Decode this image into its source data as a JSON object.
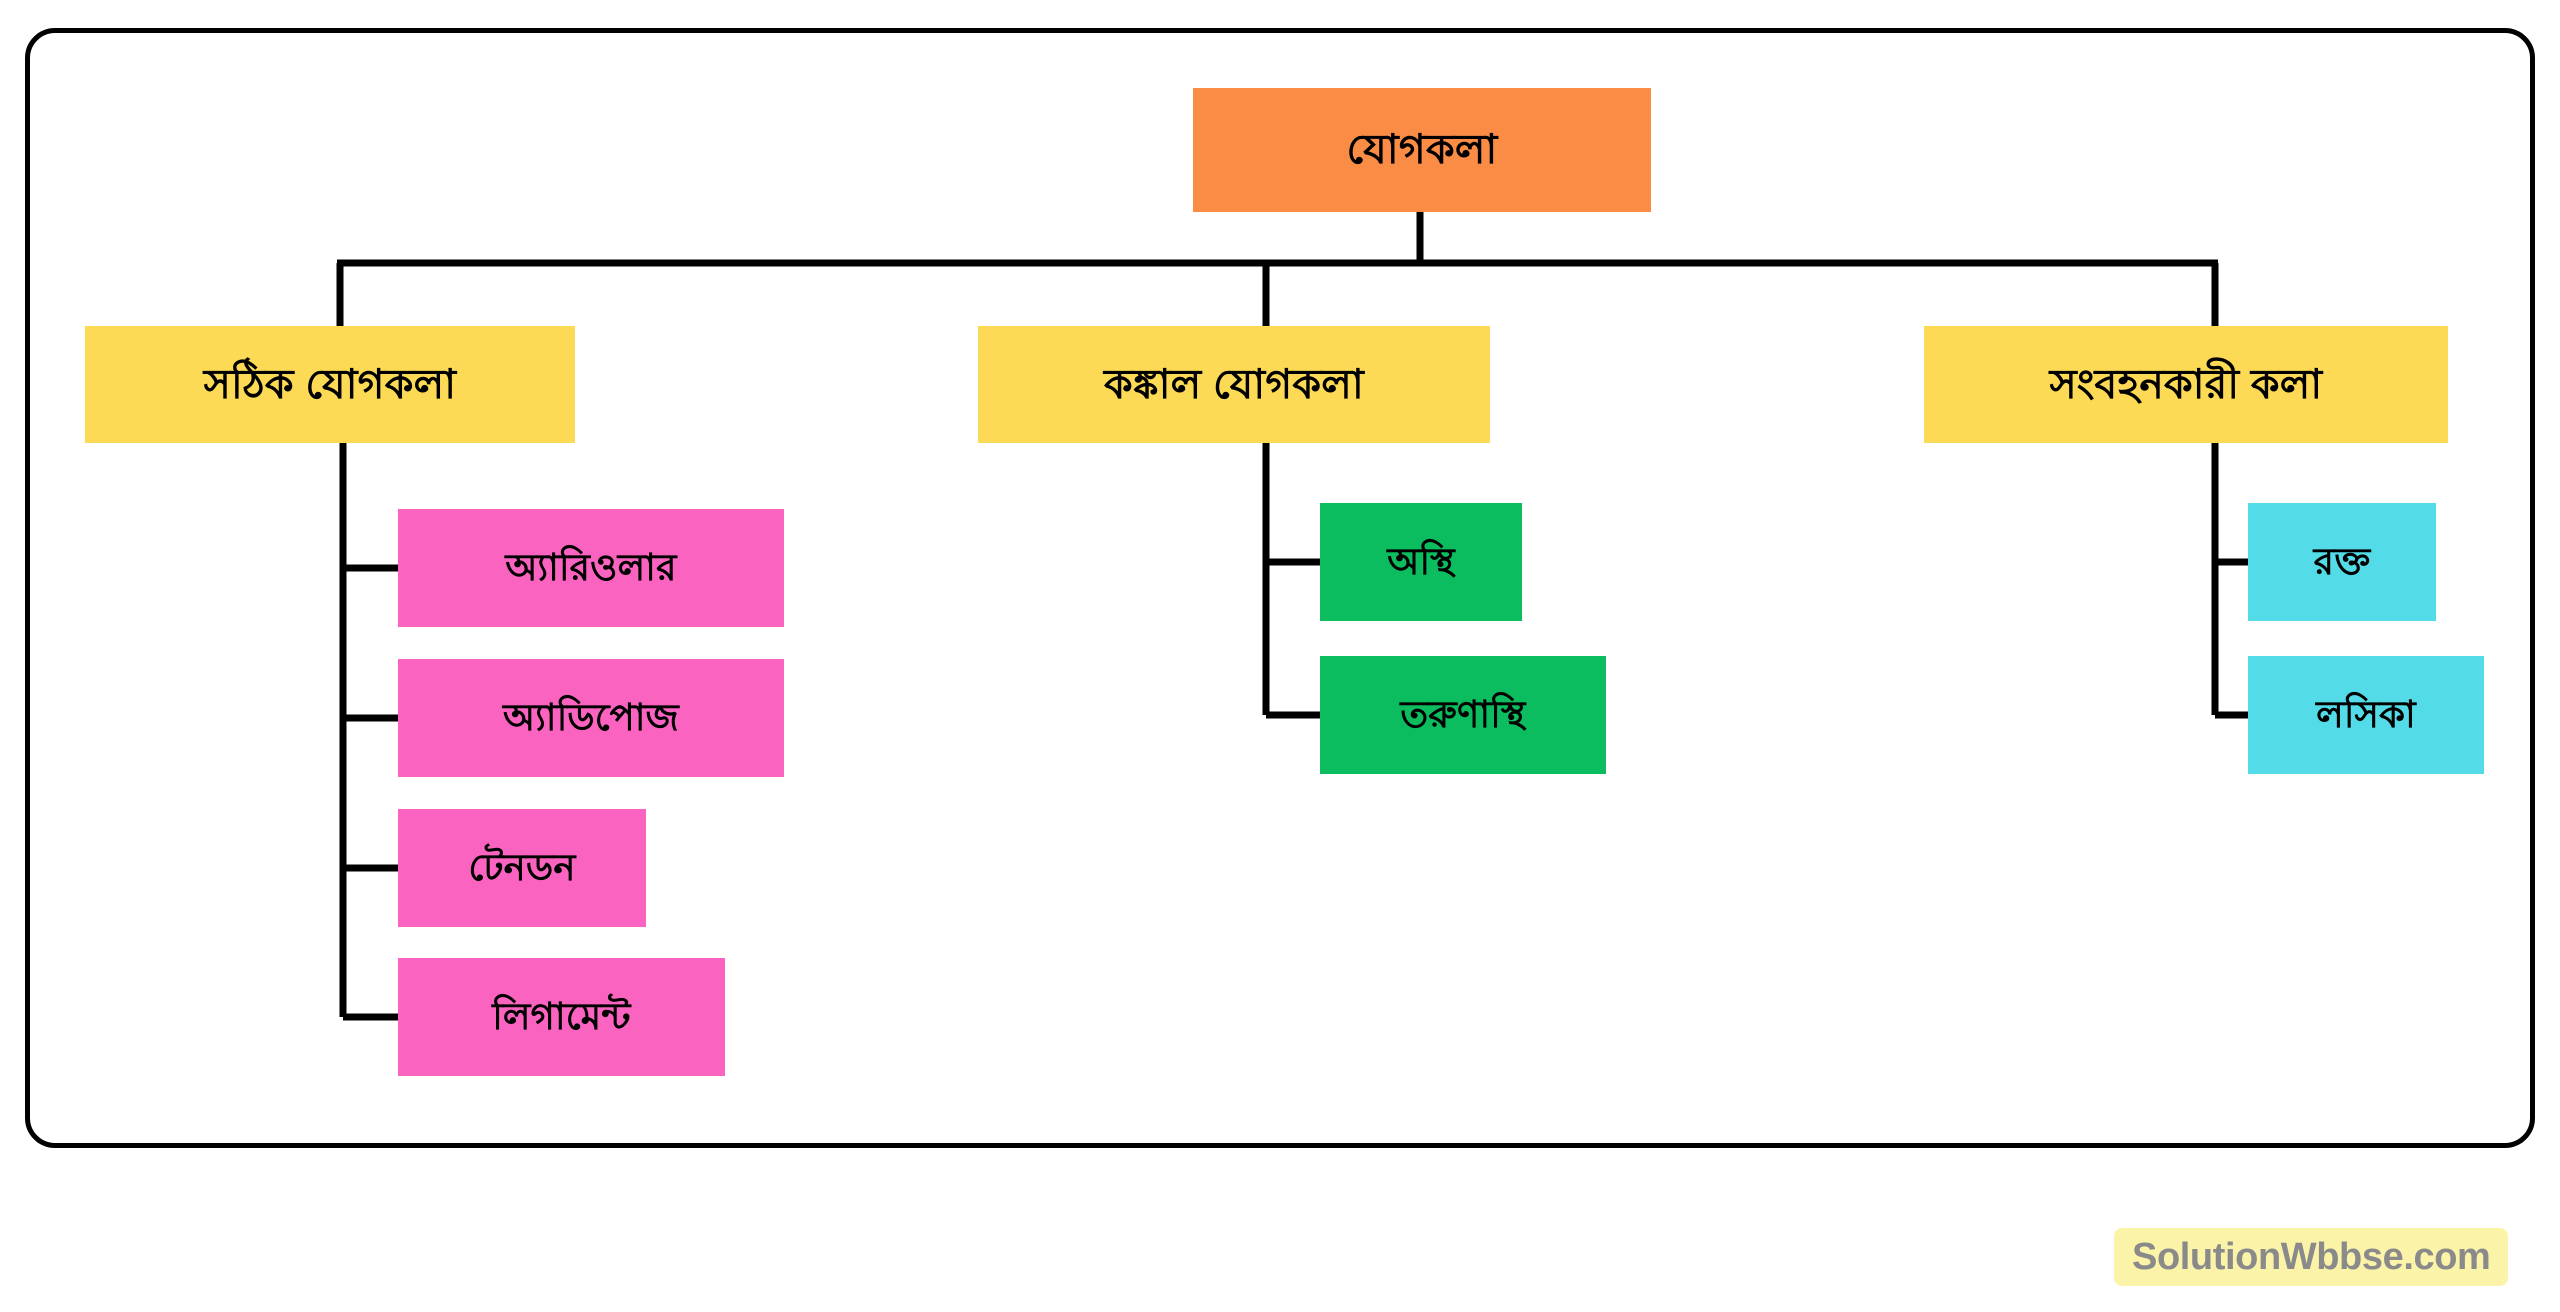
{
  "diagram": {
    "title_text": "যোগকলা",
    "colors": {
      "root": "#fb8c46",
      "branch": "#fcda55",
      "leaf_pink": "#fb63c1",
      "leaf_green": "#0bbd5f",
      "leaf_cyan": "#53dbe8",
      "connector": "#000000",
      "frame": "#000000",
      "background": "#ffffff"
    },
    "root": {
      "label": "যোগকলা"
    },
    "branches": [
      {
        "label": "সঠিক যোগকলা",
        "children": [
          {
            "label": "অ্যারিওলার"
          },
          {
            "label": "অ্যাডিপোজ"
          },
          {
            "label": "টেনডন"
          },
          {
            "label": "লিগামেন্ট"
          }
        ]
      },
      {
        "label": "কঙ্কাল যোগকলা",
        "children": [
          {
            "label": "অস্থি"
          },
          {
            "label": "তরুণাস্থি"
          }
        ]
      },
      {
        "label": "সংবহনকারী কলা",
        "children": [
          {
            "label": "রক্ত"
          },
          {
            "label": "লসিকা"
          }
        ]
      }
    ]
  },
  "watermark": {
    "text": "SolutionWbbse.com"
  }
}
